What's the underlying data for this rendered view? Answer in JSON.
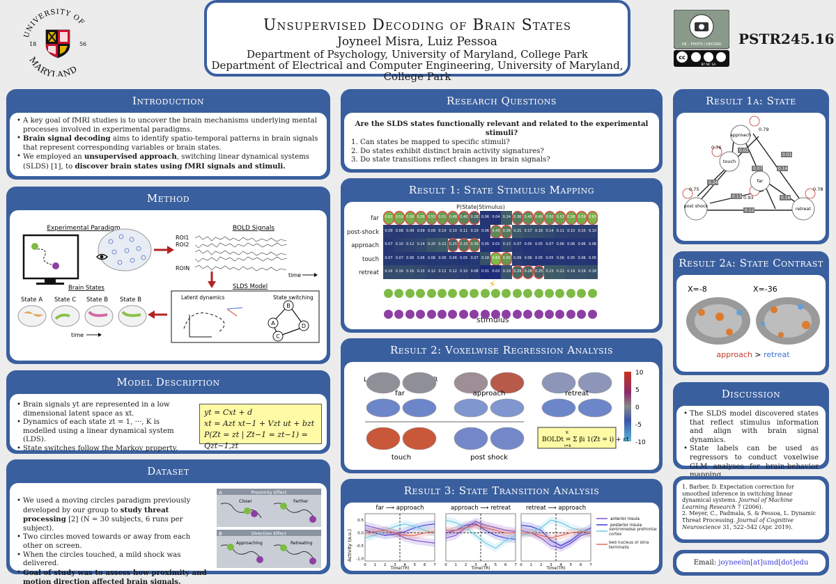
{
  "header": {
    "title": "Unsupervised Decoding of Brain States",
    "authors": "Joyneel Misra, Luiz Pessoa",
    "affil1": "Department of Psychology, University of Maryland, College Park",
    "affil2": "Department of Electrical and Computer Engineering, University of Maryland, College Park",
    "poster_id": "PSTR245.16",
    "logo_top": "UNIVERSITY OF",
    "logo_bottom": "MARYLAND",
    "logo_y1": "18",
    "logo_y2": "56",
    "cc_text": "OK – PHOTO / RECORD",
    "cc_tags": "BY NC SA"
  },
  "intro": {
    "title": "Introduction",
    "b1": "A key goal of fMRI studies is to uncover the brain mechanisms underlying mental processes involved in experimental paradigms.",
    "b2_bold": "Brain signal decoding",
    "b2_rest": " aims to identify spatio-temporal patterns in brain signals that represent corresponding variables or brain states.",
    "b3_a": "We employed an ",
    "b3_bold1": "unsupervised approach",
    "b3_b": ", switching linear dynamical systems (SLDS) [1], to ",
    "b3_bold2": "discover brain states using fMRI signals and stimuli."
  },
  "method": {
    "title": "Method",
    "paradigm": "Experimental Paradigm",
    "bold": "BOLD Signals",
    "roi1": "ROI1",
    "roi2": "ROI2",
    "roin": "ROIN",
    "time": "time",
    "brain_states": "Brain States",
    "states": [
      "State A",
      "State C",
      "State B",
      "State B"
    ],
    "slds": "SLDS Model",
    "latent": "Latent dynamics",
    "switching": "State switching",
    "nodes": [
      "A",
      "B",
      "C",
      "D"
    ]
  },
  "model": {
    "title": "Model Description",
    "b1": "Brain signals yt are represented in a low dimensional latent space as xt.",
    "b2": "Dynamics of each state zt = 1, ···, K is modelled using a linear dynamical system (LDS).",
    "b3": "State switches follow the Markov property.",
    "eq1": "yt = Cxt + d",
    "eq2": "xt = Azt xt−1 + Vzt ut + bzt",
    "eq3": "P(Zt = zt | Zt−1 = zt−1) = Qzt−1,zt"
  },
  "dataset": {
    "title": "Dataset",
    "b1_a": "We used a moving circles paradigm previously developed by our group to ",
    "b1_bold": "study threat processing",
    "b1_b": " [2] (N = 30 subjects, 6 runs per subject).",
    "b2": "Two circles moved towards or away from each other on screen.",
    "b3": "When the circles touched, a mild shock was delivered.",
    "b4_bold": "Goal of study was to assess how proximity and motion direction affected brain signals.",
    "fig_a": "Proximity Effect",
    "fig_b": "Direction Effect",
    "closer": "Closer",
    "farther": "Farther",
    "approaching": "Approaching",
    "retreating": "Retreating",
    "la": "A",
    "lb": "B"
  },
  "rq": {
    "title": "Research Questions",
    "lead": "Are the SLDS states functionally relevant and related to the experimental stimuli?",
    "q1": "1. Can states be mapped to specific stimuli?",
    "q2": "2. Do states exhibit distinct brain activity signatures?",
    "q3": "3. Do state transitions reflect changes in brain signals?"
  },
  "r1": {
    "title": "Result 1: State Stimulus Mapping",
    "heat_title": "P(State|Stimulus)",
    "xlabel": "stimulus",
    "rows": [
      "far",
      "post-shock",
      "approach",
      "touch",
      "retreat"
    ],
    "values": [
      [
        0.63,
        0.59,
        0.58,
        0.56,
        0.53,
        0.51,
        0.48,
        0.4,
        0.28,
        0.06,
        0.04,
        0.24,
        0.36,
        0.45,
        0.49,
        0.5,
        0.53,
        0.58,
        0.59,
        0.63
      ],
      [
        0.09,
        0.08,
        0.09,
        0.09,
        0.09,
        0.1,
        0.1,
        0.11,
        0.1,
        0.06,
        0.43,
        0.36,
        0.21,
        0.17,
        0.16,
        0.14,
        0.11,
        0.1,
        0.1,
        0.1
      ],
      [
        0.07,
        0.1,
        0.12,
        0.14,
        0.2,
        0.22,
        0.25,
        0.33,
        0.36,
        0.05,
        0.02,
        0.13,
        0.07,
        0.05,
        0.05,
        0.07,
        0.06,
        0.06,
        0.06,
        0.06
      ],
      [
        0.07,
        0.07,
        0.06,
        0.06,
        0.06,
        0.06,
        0.06,
        0.05,
        0.07,
        0.18,
        0.83,
        0.5,
        0.09,
        0.06,
        0.05,
        0.05,
        0.06,
        0.05,
        0.06,
        0.05
      ],
      [
        0.16,
        0.16,
        0.16,
        0.15,
        0.12,
        0.12,
        0.12,
        0.1,
        0.08,
        0.01,
        0.02,
        0.19,
        0.29,
        0.28,
        0.25,
        0.23,
        0.22,
        0.19,
        0.19,
        0.18
      ]
    ]
  },
  "r2": {
    "title": "Result 2: Voxelwise Regression Analysis",
    "labels": [
      "far",
      "approach",
      "retreat",
      "touch",
      "post shock"
    ],
    "L": "L",
    "R": "R",
    "cbar": [
      "10",
      "5",
      "0",
      "-5",
      "-10"
    ],
    "eq": "BOLDt = Σ βi 1(Zt = i) + εt",
    "eq_sum_top": "K",
    "eq_sum_bot": "i=k"
  },
  "r3": {
    "title": "Result 3: State Transition Analysis",
    "plots": [
      "far ⟶ approach",
      "approach ⟶ retreat",
      "retreat ⟶ approach"
    ],
    "ylabel": "Activity (a.u.)",
    "xlabel": "Time(TR)",
    "yticks": [
      "0.5",
      "0.0",
      "-0.5",
      "-1.0"
    ],
    "xticks": [
      "0",
      "1",
      "2",
      "3",
      "4",
      "5",
      "6",
      "7"
    ],
    "legend": [
      "anterior insula",
      "posterior insula",
      "ventromedial prefrontal cortex",
      "bed nucleus of stria terminalis"
    ]
  },
  "r1a": {
    "title": "Result 1a: State Transitions",
    "nodes": [
      "approach",
      "touch",
      "far",
      "post shock",
      "retreat"
    ],
    "self": [
      "0.79",
      "0.76",
      "0.93",
      "0.75",
      "0.78"
    ],
    "edges": [
      "0.01",
      "0.07",
      "0.14",
      "0.01",
      "0.24",
      "0.13",
      "0.16",
      "0.12"
    ]
  },
  "r2a": {
    "title": "Result 2a: State Contrast",
    "x1": "X=-8",
    "x2": "X=-36",
    "c_approach": "approach",
    "c_gt": " > ",
    "c_retreat": "retreat"
  },
  "discussion": {
    "title": "Discussion",
    "b1": "The SLDS model discovered states that reflect stimulus information and align with brain signal dynamics.",
    "b2": "State labels can be used as regressors to conduct voxelwise GLM analyses for brain-behavior mapping."
  },
  "refs": {
    "r1_a": "Barber, D. Expectation correction for smoothed inference in switching linear dynamical systems. ",
    "r1_i": "Journal of Machine Learning Research",
    "r1_b": " 7 (2006).",
    "r2_a": "Meyer, C., Padmala, S. & Pessoa, L. Dynamic Threat Processing. ",
    "r2_i": "Journal of Cognitive Neuroscience",
    "r2_b": " 31, 522–542 (Apr. 2019)."
  },
  "email": {
    "label": "Email: ",
    "value": "joyneelm[at]umd[dot]edu"
  },
  "colors": {
    "panel": "#3a5f9e",
    "heat_high": "#7dbb45",
    "heat_low": "#1f2d7a",
    "approach": "#c0392b",
    "retreat": "#3b6fd4"
  }
}
